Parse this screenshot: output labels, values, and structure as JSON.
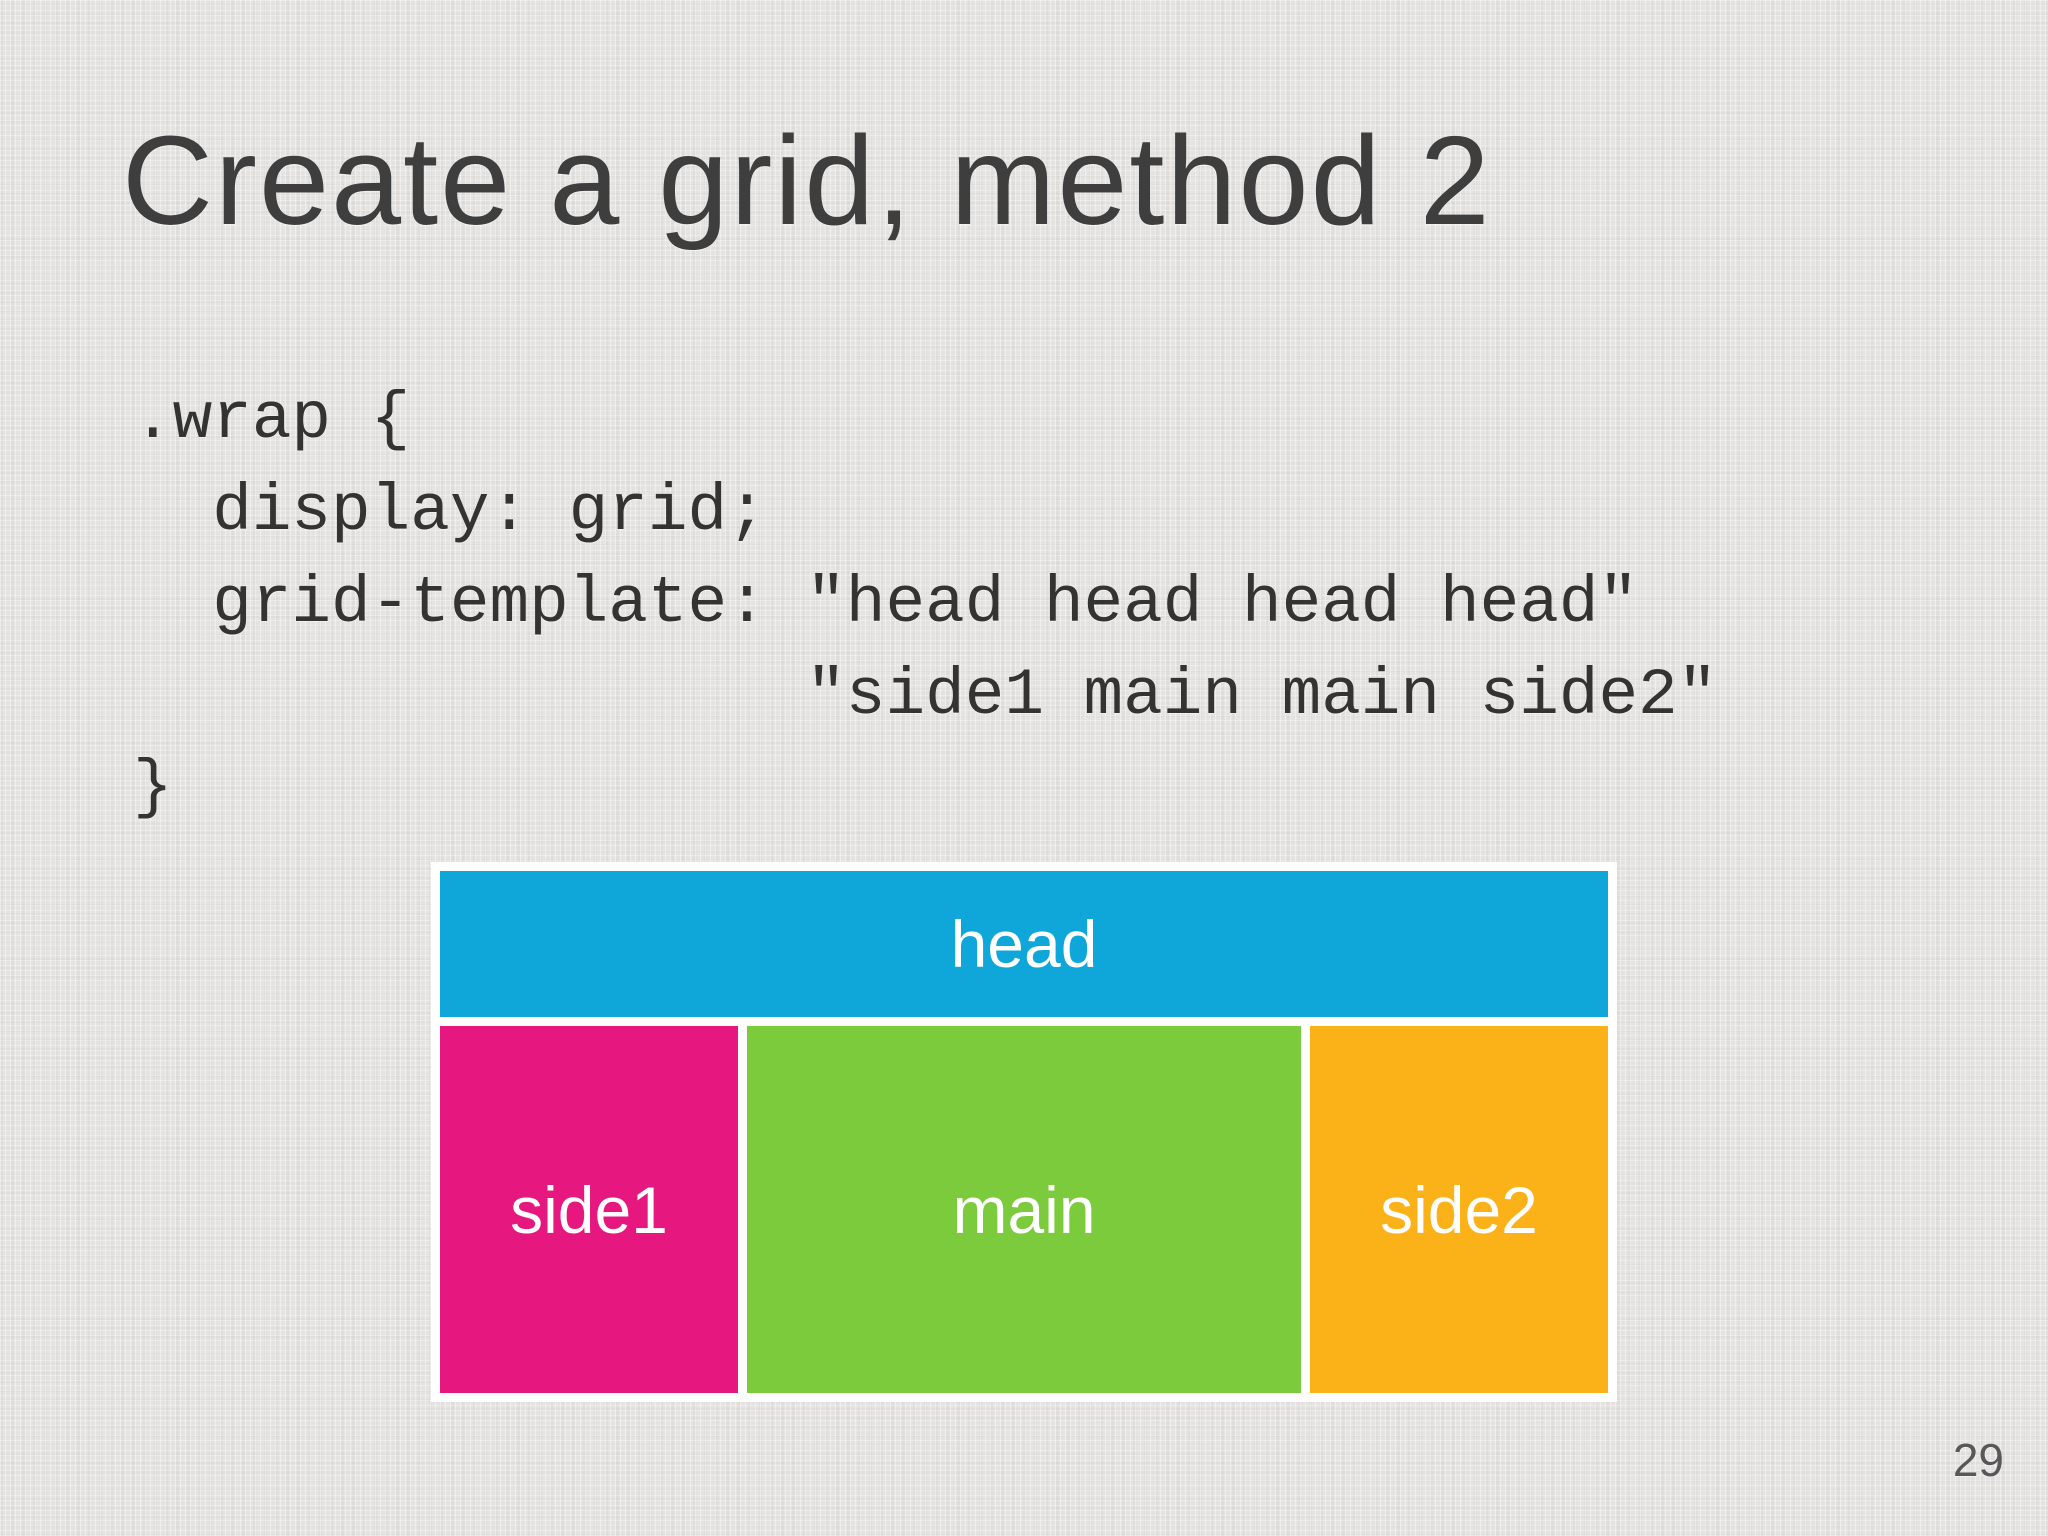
{
  "slide": {
    "title": "Create a grid, method 2",
    "page_number": "29",
    "code_lines": [
      ".wrap {",
      "  display: grid;",
      "  grid-template: \"head head head head\"",
      "                 \"side1 main main side2\"",
      "}"
    ],
    "diagram": {
      "head": {
        "label": "head",
        "color": "#0fa7da"
      },
      "side1": {
        "label": "side1",
        "color": "#e6187f"
      },
      "main": {
        "label": "main",
        "color": "#7ccb3d"
      },
      "side2": {
        "label": "side2",
        "color": "#fbb118"
      }
    },
    "colors": {
      "background": "#e4e3e1",
      "title": "#3e3e3e",
      "code": "#333333",
      "area_label": "#ffffff",
      "page_number": "#58585a",
      "frame": "#ffffff"
    }
  }
}
